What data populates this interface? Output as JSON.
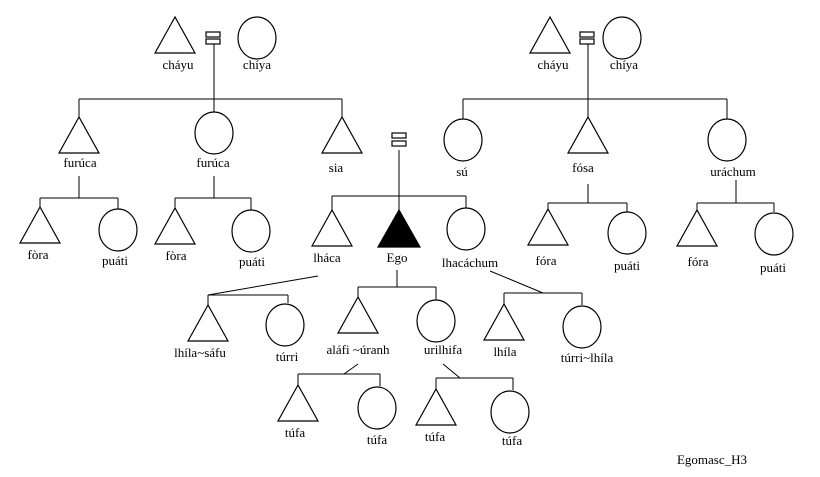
{
  "caption": "Egomasc_H3",
  "colors": {
    "line": "#000000",
    "background": "#ffffff",
    "ego_fill": "#000000"
  },
  "labels": {
    "gpl_m": "cháyu",
    "gpl_f": "chíya",
    "gpr_m": "cháyu",
    "gpr_f": "chíya",
    "fb": "furúca",
    "fz": "furúca",
    "father": "sia",
    "mother": "sú",
    "mb": "fósa",
    "mz": "uráchum",
    "fb_s": "fòra",
    "fb_d": "puáti",
    "fz_s": "fòra",
    "fz_d": "puáti",
    "brother": "lháca",
    "ego": "Ego",
    "sister": "lhacáchum",
    "mb_s": "fóra",
    "mb_d": "puáti",
    "mz_s": "fóra",
    "mz_d": "puáti",
    "b_s": "lhíla~sáfu",
    "b_d": "túrri",
    "son": "aláfi ~úranh",
    "daughter": "urilhifa",
    "z_s": "lhíla",
    "z_d": "túrri~lhíla",
    "ss": "túfa",
    "sd": "túfa",
    "ds": "túfa",
    "dd": "túfa"
  }
}
